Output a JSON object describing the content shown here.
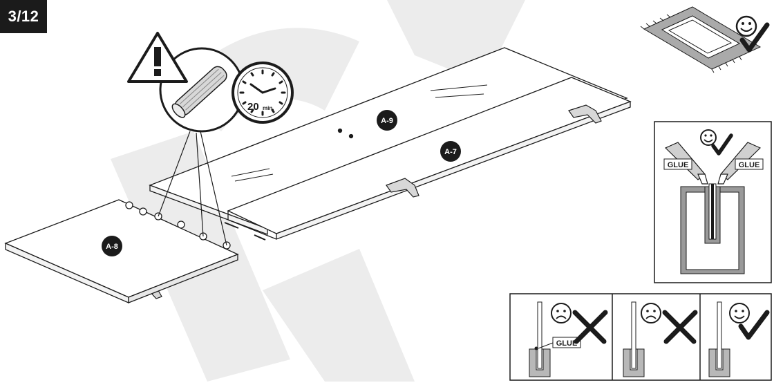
{
  "step": "3/12",
  "timer": {
    "value": "20",
    "unit": "min."
  },
  "parts": {
    "a9": "A-9",
    "a7": "A-7",
    "a8": "A-8"
  },
  "glue": {
    "left": "GLUE",
    "right": "GLUE",
    "panel": "GLUE"
  },
  "colors": {
    "ink": "#1b1b1b",
    "watermark": "#ececec",
    "insert_fill": "#b8b8b8"
  },
  "icons": [
    "warning-icon",
    "clock-icon",
    "dowel-icon",
    "rug-icon",
    "smiley-happy-icon",
    "smiley-sad-icon",
    "check-icon",
    "cross-icon",
    "glue-tube-icon"
  ]
}
